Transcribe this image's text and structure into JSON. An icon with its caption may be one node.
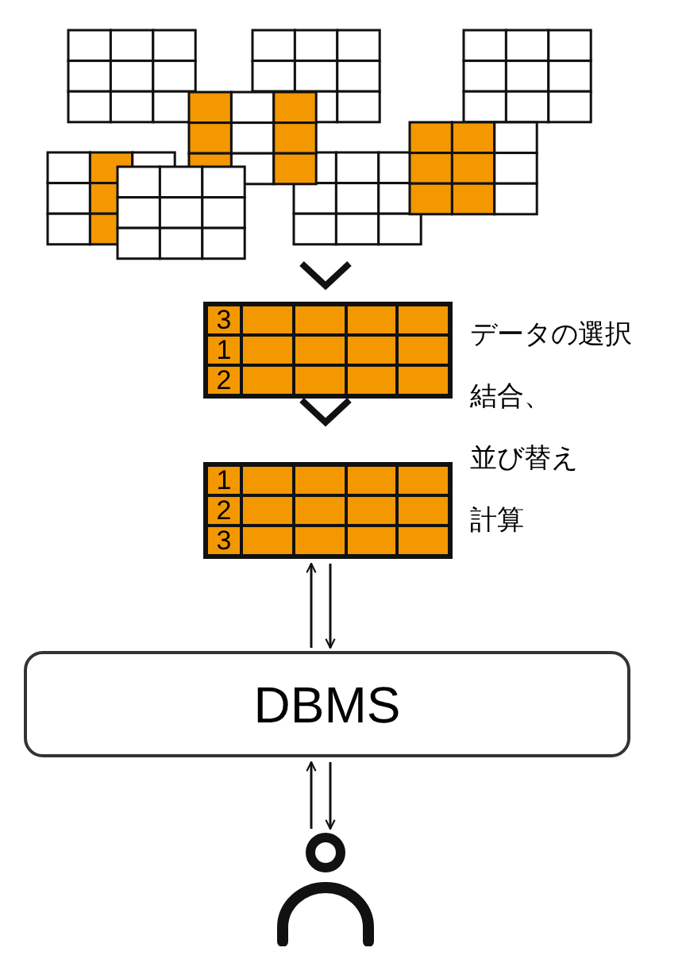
{
  "diagram": {
    "nodes": [
      {
        "text": [],
        "shape": "picture"
      },
      {
        "text": [
          "3",
          "1",
          "2"
        ]
      },
      {
        "text": [
          "1",
          "2",
          "3"
        ]
      },
      {
        "text": [
          "DBMS"
        ]
      },
      {
        "text": [],
        "shape": "person"
      }
    ],
    "edges": [
      {
        "from": 0,
        "to": 1,
        "arrow": "to",
        "style": "thick"
      },
      {
        "from": 1,
        "to": 2,
        "arrow": "to",
        "style": "thick"
      },
      {
        "from": 3,
        "to": 2,
        "arrow": "to"
      },
      {
        "from": 2,
        "to": 3,
        "arrow": "to"
      },
      {
        "from": 4,
        "to": 3,
        "arrow": "to"
      },
      {
        "from": 3,
        "to": 4,
        "arrow": "to"
      }
    ],
    "labels": [
      "データの選択",
      "結合、",
      "並び替え",
      "計算"
    ]
  }
}
